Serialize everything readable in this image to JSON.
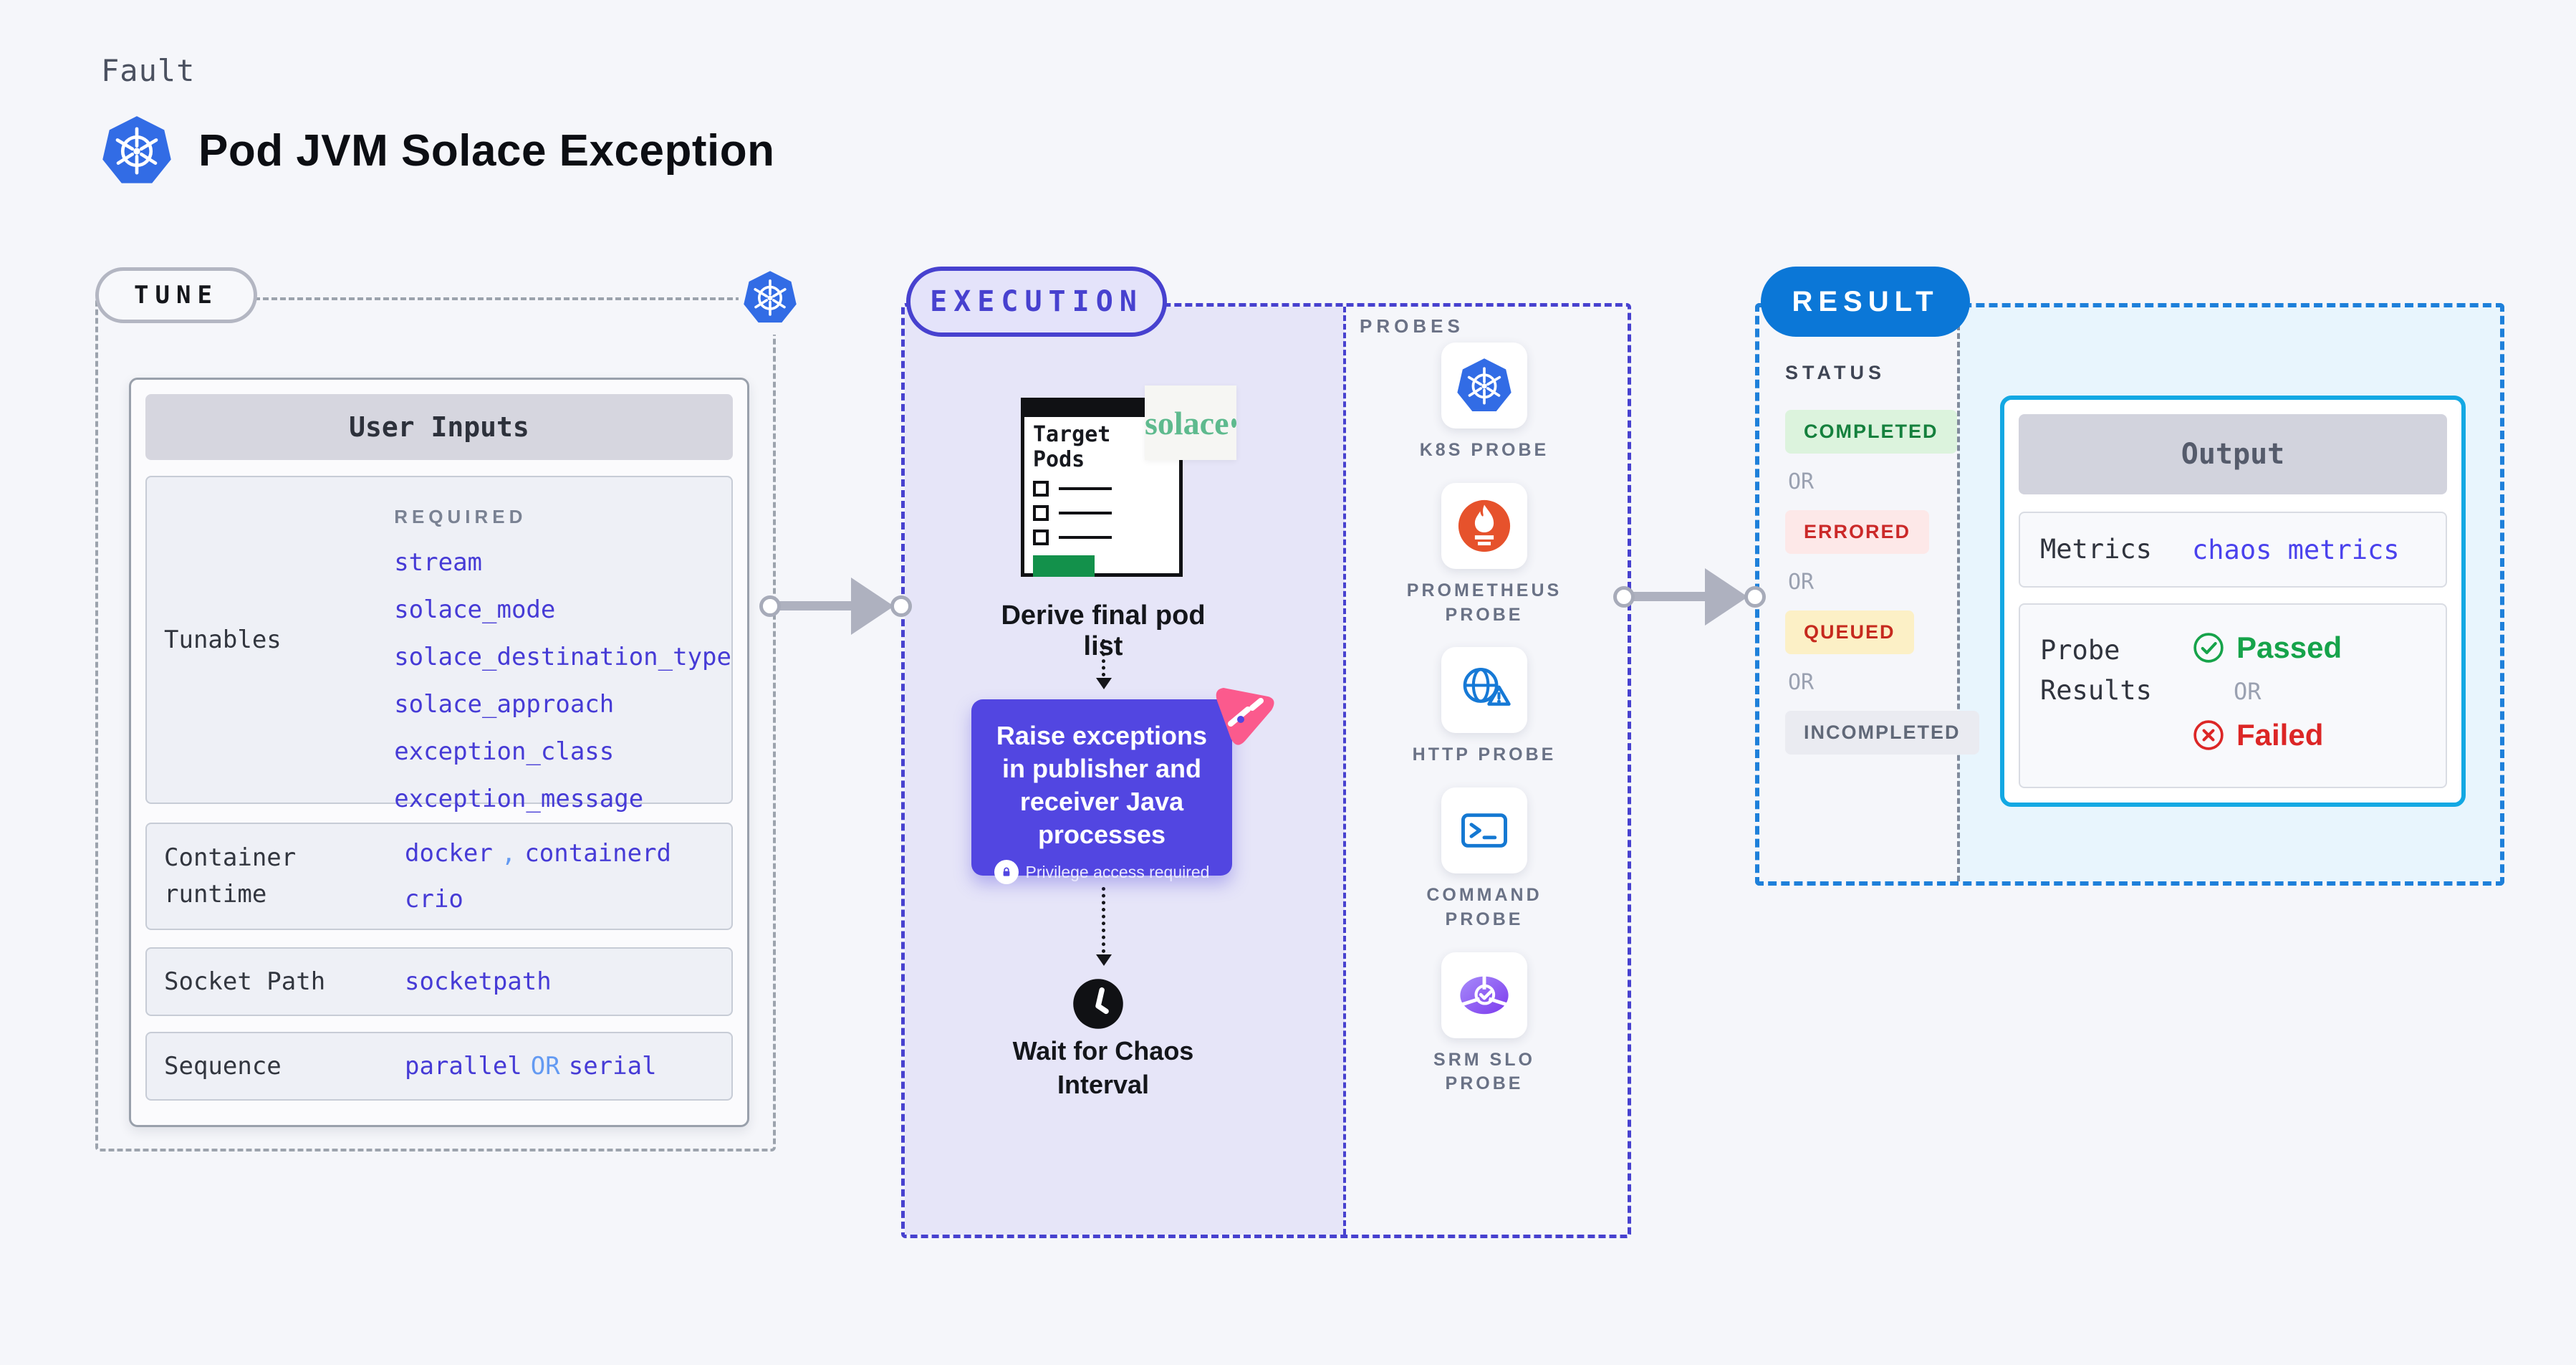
{
  "page": {
    "kicker": "Fault",
    "title": "Pod JVM Solace Exception"
  },
  "colors": {
    "indigo_accent": "#4741cf",
    "purple_action": "#5246e1",
    "kubernetes_blue": "#326ce5",
    "result_blue": "#0b77d7",
    "output_border_cyan": "#13a8e3",
    "chaos_pink": "#fb5a8d",
    "passed_green": "#16a34a",
    "failed_red": "#dc2626",
    "value_indigo": "#463bd6",
    "light_blue_accent": "#639af2",
    "lavender_panel": "#e6e5f8",
    "cyan_panel": "#e8f5fd"
  },
  "tune": {
    "badge": "TUNE",
    "card_header": "User Inputs",
    "tunables": {
      "label": "Tunables",
      "required_label": "REQUIRED",
      "values": [
        "stream",
        "solace_mode",
        "solace_destination_type",
        "solace_approach",
        "exception_class",
        "exception_message"
      ]
    },
    "runtime": {
      "label": "Container runtime",
      "value1": "docker",
      "comma": ",",
      "value2": "containerd",
      "value3": "crio"
    },
    "socket": {
      "label": "Socket Path",
      "value": "socketpath"
    },
    "sequence": {
      "label": "Sequence",
      "value1": "parallel",
      "or": "OR",
      "value2": "serial"
    }
  },
  "execution": {
    "badge": "EXECUTION",
    "target_pods_title": "Target Pods",
    "solace_logo_text": "solace",
    "derive_label": "Derive final pod list",
    "action_text": "Raise exceptions in publisher and receiver Java processes",
    "privilege_label": "Privilege access required",
    "wait_label": "Wait for Chaos Interval",
    "probes_header": "PROBES",
    "probes": [
      {
        "label": "K8S PROBE",
        "icon": "kubernetes-icon"
      },
      {
        "label": "PROMETHEUS PROBE",
        "icon": "prometheus-icon"
      },
      {
        "label": "HTTP PROBE",
        "icon": "globe-warning-icon"
      },
      {
        "label": "COMMAND PROBE",
        "icon": "terminal-icon"
      },
      {
        "label": "SRM SLO PROBE",
        "icon": "slo-chart-icon"
      }
    ]
  },
  "result": {
    "badge": "RESULT",
    "status_header": "STATUS",
    "or_label": "OR",
    "statuses": [
      {
        "label": "COMPLETED",
        "type": "success"
      },
      {
        "label": "ERRORED",
        "type": "danger"
      },
      {
        "label": "QUEUED",
        "type": "warning"
      },
      {
        "label": "INCOMPLETED",
        "type": "neutral"
      }
    ],
    "output": {
      "header": "Output",
      "metrics_label": "Metrics",
      "metrics_value": "chaos metrics",
      "probe_results_label": "Probe Results",
      "passed_label": "Passed",
      "or_label": "OR",
      "failed_label": "Failed"
    }
  }
}
